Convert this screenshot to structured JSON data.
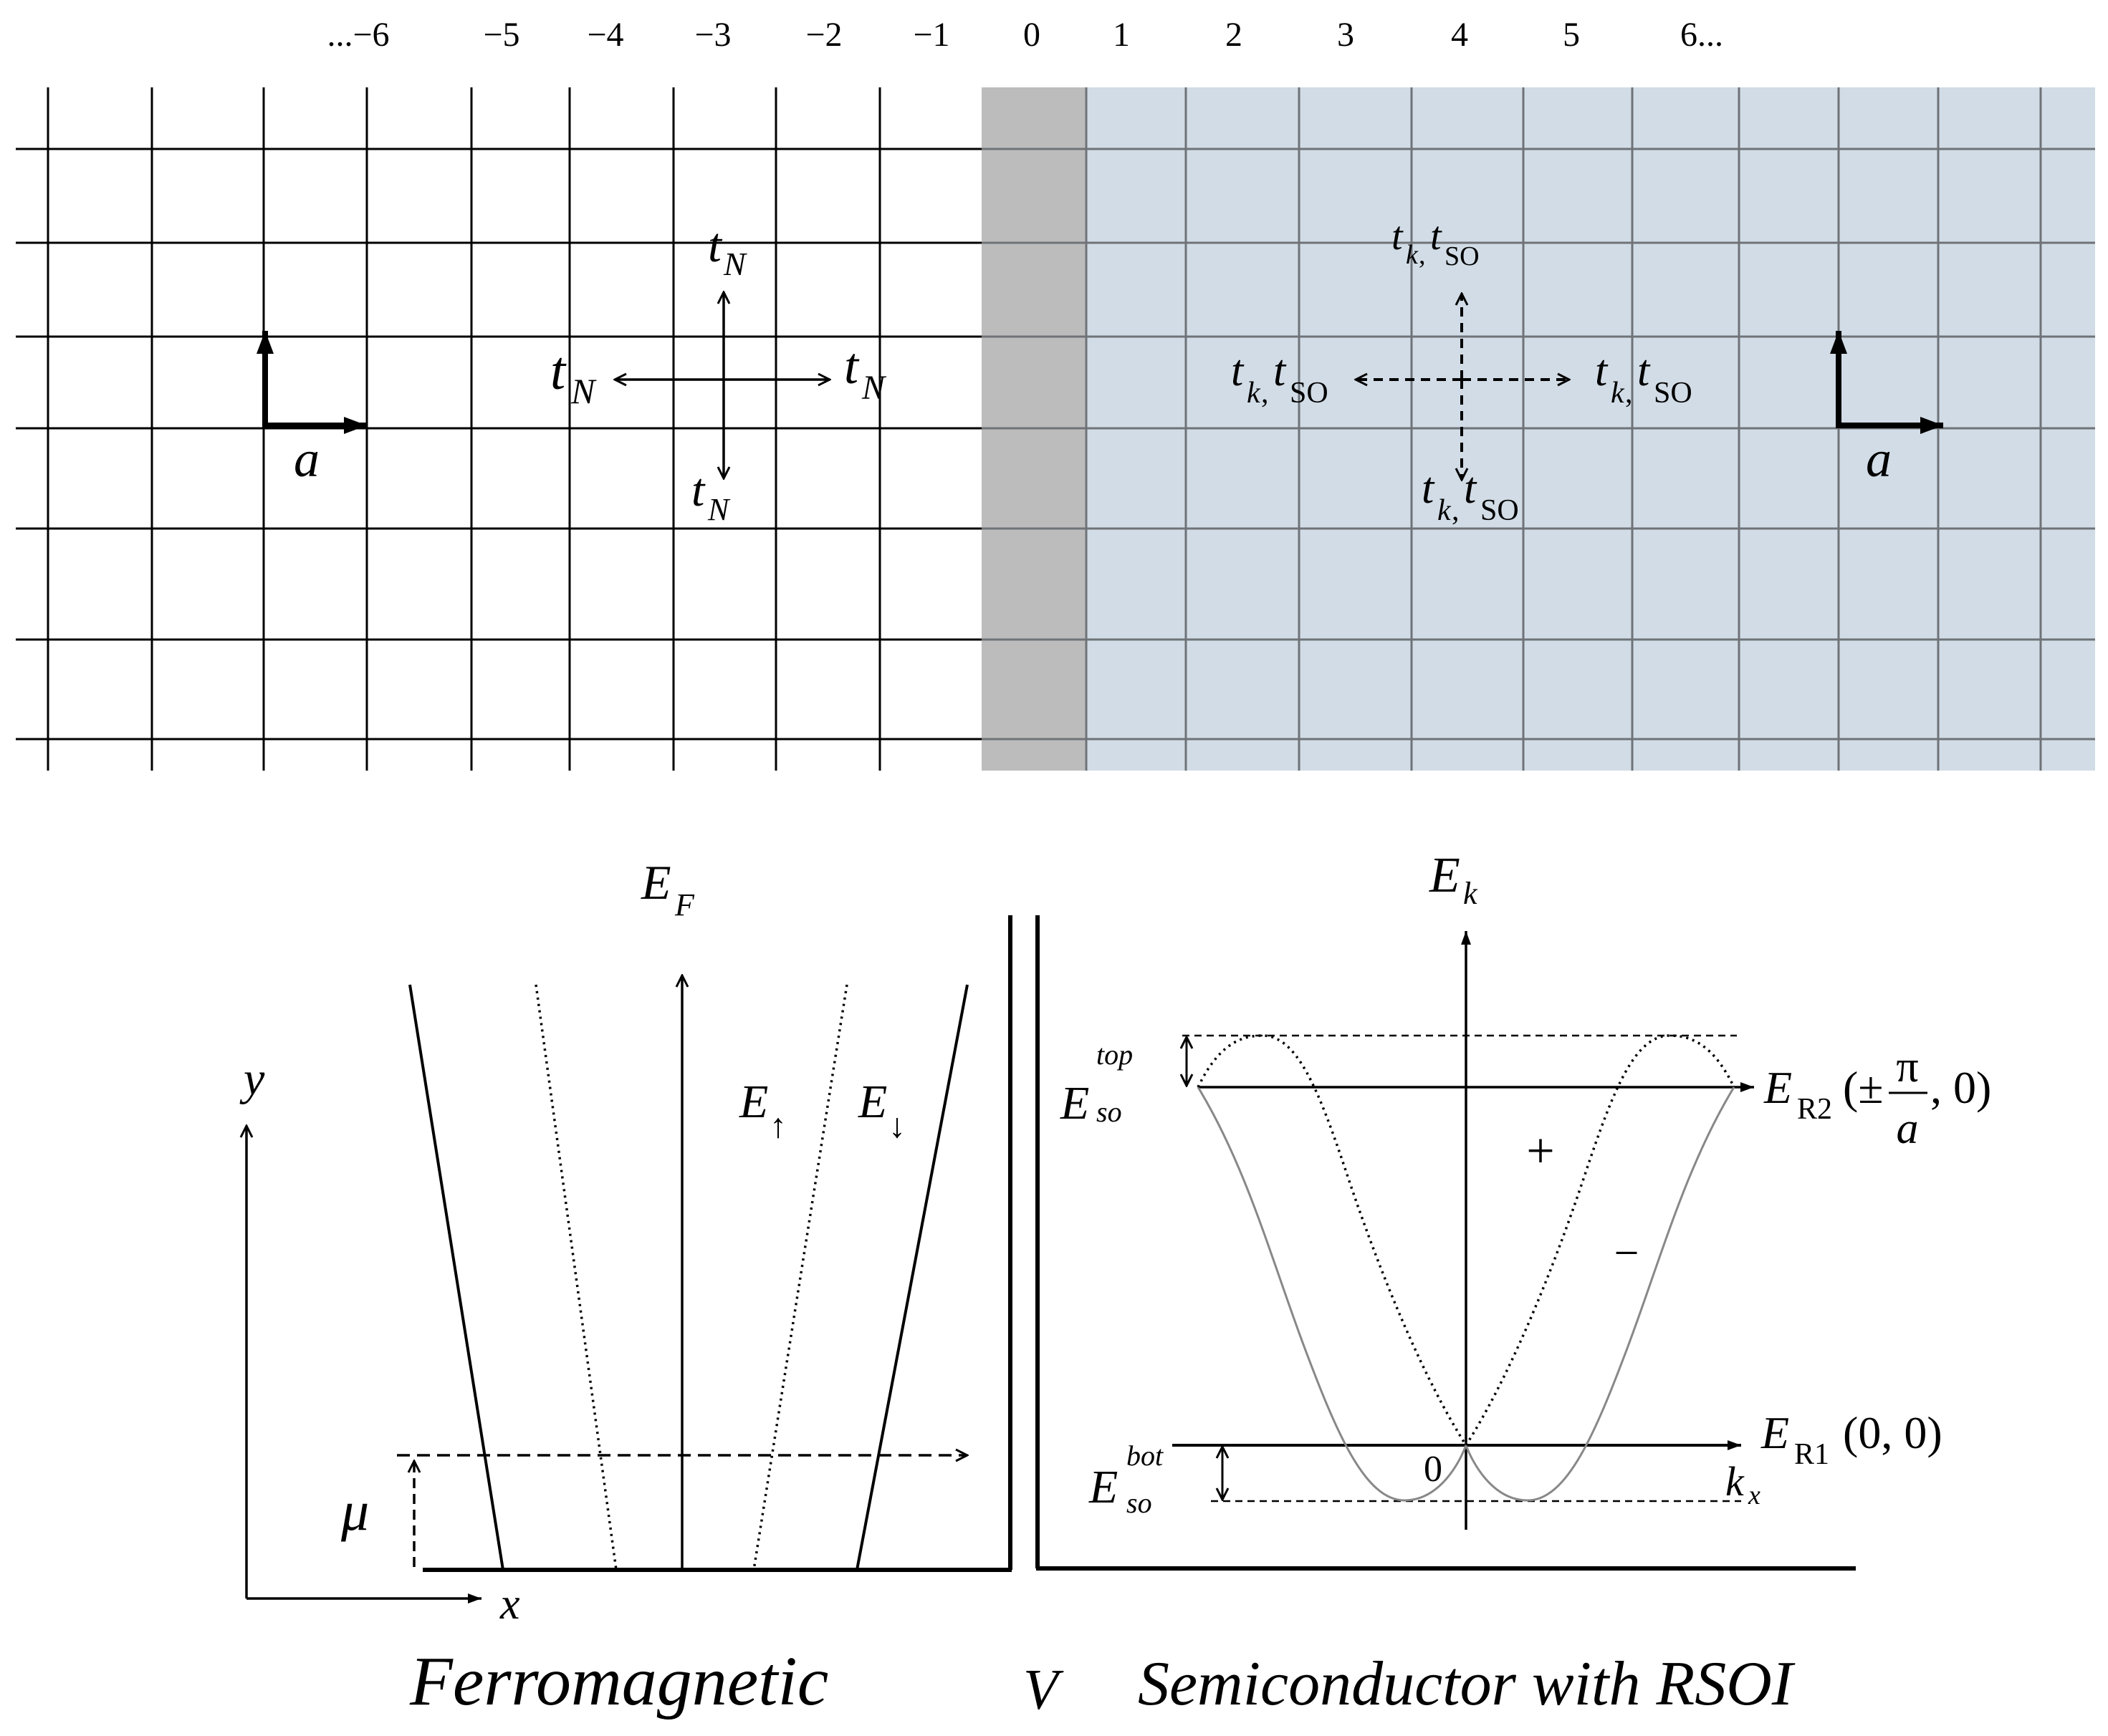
{
  "lattice": {
    "site_labels": [
      "...−6",
      "−5",
      "−4",
      "−3",
      "−2",
      "−1",
      "0",
      "1",
      "2",
      "3",
      "4",
      "5",
      "6..."
    ],
    "ferromagnet": {
      "basis_label": "a",
      "hopping_symbol": "t",
      "hopping_subscript": "N"
    },
    "semiconductor": {
      "basis_label": "a",
      "hopping_main": "t",
      "hopping_sub_k": "k",
      "hopping_comma": ",",
      "hopping_so_main": "t",
      "hopping_sub_so": "SO"
    },
    "colors": {
      "interface": "#bcbcbc",
      "semiconductor_region": "#d1dce6",
      "semiconductor_grid": "#6f7378",
      "ferromagnet_grid": "#000000"
    }
  },
  "ferromagnet_panel": {
    "energy_axis_main": "E",
    "energy_axis_sub": "F",
    "spin_up_main": "E",
    "spin_up_sub": "↑",
    "spin_down_main": "E",
    "spin_down_sub": "↓",
    "mu_label": "μ",
    "axis_x_label": "x",
    "axis_y_label": "y",
    "caption": "Ferromagnetic"
  },
  "separator_label": "V",
  "semiconductor_panel": {
    "energy_axis_main": "E",
    "energy_axis_sub": "k",
    "esotop_main": "E",
    "esotop_sub": "so",
    "esotop_sup": "top",
    "esobot_main": "E",
    "esobot_sub": "so",
    "esobot_sup": "bot",
    "er2_main": "E",
    "er2_sub": "R2",
    "er2_open": "(±",
    "er2_frac_num": "π",
    "er2_frac_den": "a",
    "er2_close": ", 0)",
    "er1_main": "E",
    "er1_sub": "R1",
    "er1_arg": "(0, 0)",
    "plus": "+",
    "minus": "−",
    "origin": "0",
    "kx_main": "k",
    "kx_sub": "x",
    "caption": "Semiconductor with RSOI"
  }
}
